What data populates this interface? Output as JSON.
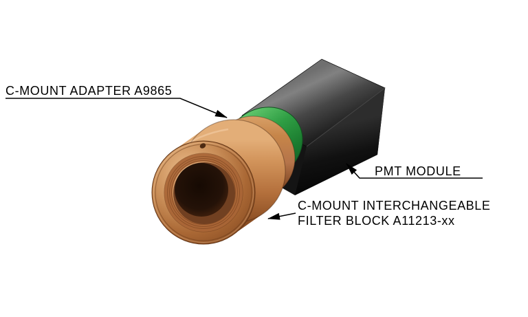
{
  "figure": {
    "background": "#ffffff",
    "callouts": {
      "adapter": {
        "label": "C-MOUNT ADAPTER A9865"
      },
      "pmt_module": {
        "label": "PMT MODULE"
      },
      "filter_block": {
        "line1": "C-MOUNT INTERCHANGEABLE",
        "line2": "FILTER BLOCK A11213-xx"
      }
    },
    "colors": {
      "background": "#ffffff",
      "adapter_green": "#2f9e44",
      "copper": "#b5744a",
      "module_black": "#141414",
      "line_black": "#000000"
    }
  }
}
